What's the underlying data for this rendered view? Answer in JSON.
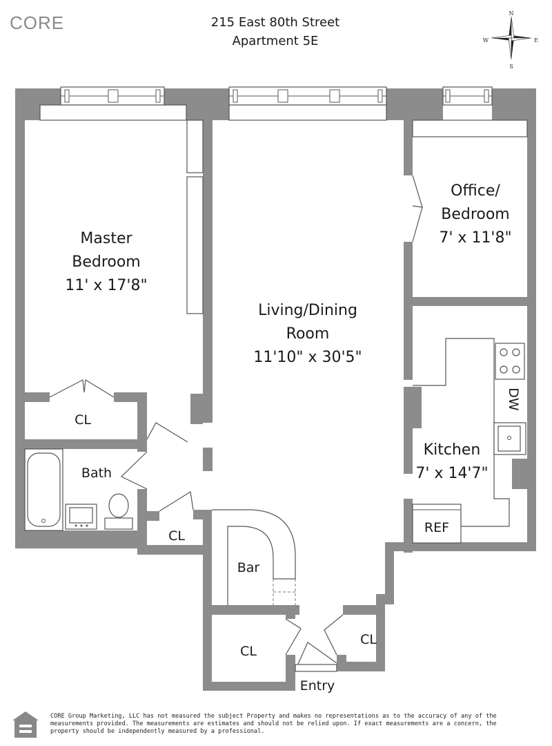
{
  "brand": {
    "logo": "CORE"
  },
  "header": {
    "address": "215 East 80th Street",
    "unit": "Apartment 5E"
  },
  "compass": {
    "n": "N",
    "s": "S",
    "e": "E",
    "w": "W"
  },
  "rooms": {
    "master": {
      "name1": "Master",
      "name2": "Bedroom",
      "dims": "11' x 17'8\""
    },
    "living": {
      "name1": "Living/Dining",
      "name2": "Room",
      "dims": "11'10\" x 30'5\""
    },
    "office": {
      "name1": "Office/",
      "name2": "Bedroom",
      "dims": "7' x 11'8\""
    },
    "kitchen": {
      "name": "Kitchen",
      "dims": "7' x 14'7\""
    },
    "bath": "Bath",
    "bar": "Bar",
    "entry": "Entry",
    "closet_master": "CL",
    "closet_hall": "CL",
    "closet_entry_left": "CL",
    "closet_entry_right": "CL",
    "ref": "REF",
    "dw": "DW"
  },
  "disclaimer": "CORE Group Marketing, LLC has not measured the subject Property and makes no representations as to the accuracy of any of the measurements provided. The measurements are estimates and should not be relied upon. If exact measurements are a concern, the property should be independently measured by a professional.",
  "icons": {
    "equal_housing": "equal-housing-icon",
    "compass": "compass-rose-icon"
  }
}
